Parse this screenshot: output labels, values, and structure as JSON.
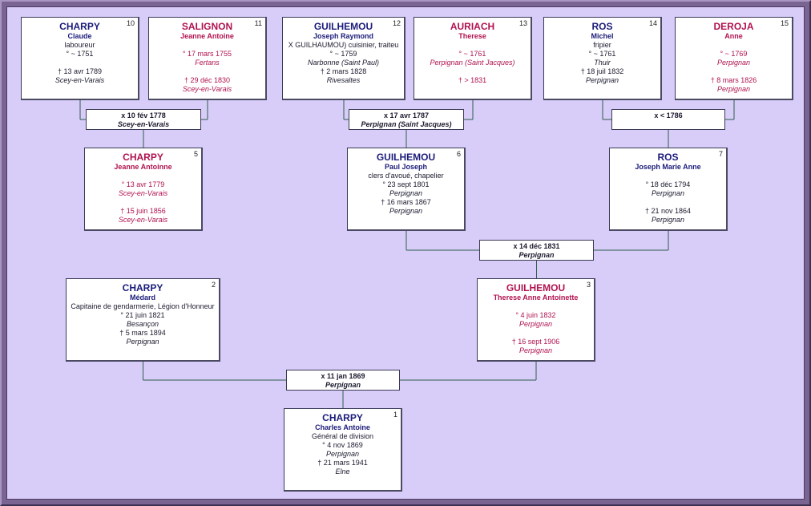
{
  "persons": {
    "p1": {
      "num": "1",
      "surname": "CHARPY",
      "given": "Charles Antoine",
      "info": [
        "Général de division"
      ],
      "birth": "° 4 nov 1869",
      "birth_place": "Perpignan",
      "death": "† 21 mars 1941",
      "death_place": "Elne"
    },
    "p2": {
      "num": "2",
      "surname": "CHARPY",
      "given": "Médard",
      "info": [
        "Capitaine de gendarmerie, Légion d'Honneur"
      ],
      "birth": "° 21 juin 1821",
      "birth_place": "Besançon",
      "death": "† 5 mars 1894",
      "death_place": "Perpignan"
    },
    "p3": {
      "num": "3",
      "surname": "GUILHEMOU",
      "given": "Therese Anne Antoinette",
      "info": [],
      "birth": "° 4 juin 1832",
      "birth_place": "Perpignan",
      "death": "† 16 sept 1906",
      "death_place": "Perpignan"
    },
    "p5": {
      "num": "5",
      "surname": "CHARPY",
      "given": "Jeanne Antoinne",
      "info": [],
      "birth": "° 13 avr 1779",
      "birth_place": "Scey-en-Varais",
      "death": "† 15 juin 1856",
      "death_place": "Scey-en-Varais"
    },
    "p6": {
      "num": "6",
      "surname": "GUILHEMOU",
      "given": "Paul Joseph",
      "info": [
        "clers d'avoué, chapelier"
      ],
      "birth": "° 23 sept 1801",
      "birth_place": "Perpignan",
      "death": "† 16 mars 1867",
      "death_place": "Perpignan"
    },
    "p7": {
      "num": "7",
      "surname": "ROS",
      "given": "Joseph Marie Anne",
      "info": [],
      "birth": "° 18 déc 1794",
      "birth_place": "Perpignan",
      "death": "† 21 nov 1864",
      "death_place": "Perpignan"
    },
    "p10": {
      "num": "10",
      "surname": "CHARPY",
      "given": "Claude",
      "info": [
        "laboureur"
      ],
      "birth": "° ~ 1751",
      "birth_place": "",
      "death": "† 13 avr 1789",
      "death_place": "Scey-en-Varais"
    },
    "p11": {
      "num": "11",
      "surname": "SALIGNON",
      "given": "Jeanne Antoine",
      "info": [],
      "birth": "° 17 mars 1755",
      "birth_place": "Fertans",
      "death": "† 29 déc 1830",
      "death_place": "Scey-en-Varais"
    },
    "p12": {
      "num": "12",
      "surname": "GUILHEMOU",
      "given": "Joseph Raymond",
      "info": [
        "X GUILHAUMOU) cuisinier, traiteu"
      ],
      "birth": "° ~ 1759",
      "birth_place": "Narbonne (Saint Paul)",
      "death": "† 2 mars 1828",
      "death_place": "Rivesaltes"
    },
    "p13": {
      "num": "13",
      "surname": "AURIACH",
      "given": "Therese",
      "info": [],
      "birth": "° ~ 1761",
      "birth_place": "Perpignan (Saint Jacques)",
      "death": "† > 1831",
      "death_place": ""
    },
    "p14": {
      "num": "14",
      "surname": "ROS",
      "given": "Michel",
      "info": [
        "fripier"
      ],
      "birth": "° ~ 1761",
      "birth_place": "Thuir",
      "death": "† 18 juil 1832",
      "death_place": "Perpignan"
    },
    "p15": {
      "num": "15",
      "surname": "DEROJA",
      "given": "Anne",
      "info": [],
      "birth": "° ~ 1769",
      "birth_place": "Perpignan",
      "death": "† 8 mars 1826",
      "death_place": "Perpignan"
    }
  },
  "marriages": {
    "m1": {
      "date": "x 11 jan 1869",
      "place": "Perpignan"
    },
    "m3": {
      "date": "x 14 déc 1831",
      "place": "Perpignan"
    },
    "m5": {
      "date": "x 10 fév 1778",
      "place": "Scey-en-Varais"
    },
    "m6": {
      "date": "x 17 avr 1787",
      "place": "Perpignan (Saint Jacques)"
    },
    "m7": {
      "date": "x < 1786",
      "place": ""
    }
  },
  "colors": {
    "background": "#d8ccf8",
    "frame": "#7a6592",
    "male": "#1b1b7a",
    "female": "#b0124f",
    "link": "#2e5e4e"
  }
}
